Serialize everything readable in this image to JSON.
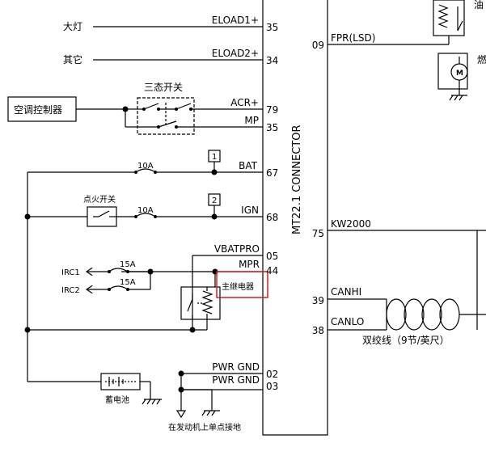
{
  "diagram": {
    "accent_color": "#d81e1e",
    "line_color": "#000000",
    "connector_title": "MT22.1 CONNECTOR",
    "headlight": "大灯",
    "other": "其它",
    "ac_controller": "空调控制器",
    "tristate_switch": "三态开关",
    "ignition_switch": "点火开关",
    "fuse_10a_bat": "10A",
    "fuse_10a_ign": "10A",
    "fuse_15a_1": "15A",
    "fuse_15a_2": "15A",
    "box_1": "1",
    "box_2": "2",
    "main_relay_label": "主继电器",
    "battery": "蓄电池",
    "engine_ground": "在发动机上单点接地",
    "twisted_pair": "双绞线（9节/英尺）",
    "irc1": "IRC1",
    "irc2": "IRC2",
    "right_top_partial_1": "油",
    "right_top_partial_2": "燃",
    "pins_left": [
      {
        "signal": "ELOAD1+",
        "pin": "35"
      },
      {
        "signal": "ELOAD2+",
        "pin": "34"
      },
      {
        "signal": "ACR+",
        "pin": "79"
      },
      {
        "signal": "MP",
        "pin": "35"
      },
      {
        "signal": "BAT",
        "pin": "67"
      },
      {
        "signal": "IGN",
        "pin": "68"
      },
      {
        "signal": "VBATPRO",
        "pin": "05"
      },
      {
        "signal": "MPR",
        "pin": "44"
      },
      {
        "signal": "PWR GND",
        "pin": "02"
      },
      {
        "signal": "PWR GND",
        "pin": "03"
      }
    ],
    "pins_right": [
      {
        "signal": "FPR(LSD)",
        "pin": "09"
      },
      {
        "signal": "KW2000",
        "pin": "75"
      },
      {
        "signal": "CANHI",
        "pin": "39"
      },
      {
        "signal": "CANLO",
        "pin": "38"
      }
    ]
  }
}
